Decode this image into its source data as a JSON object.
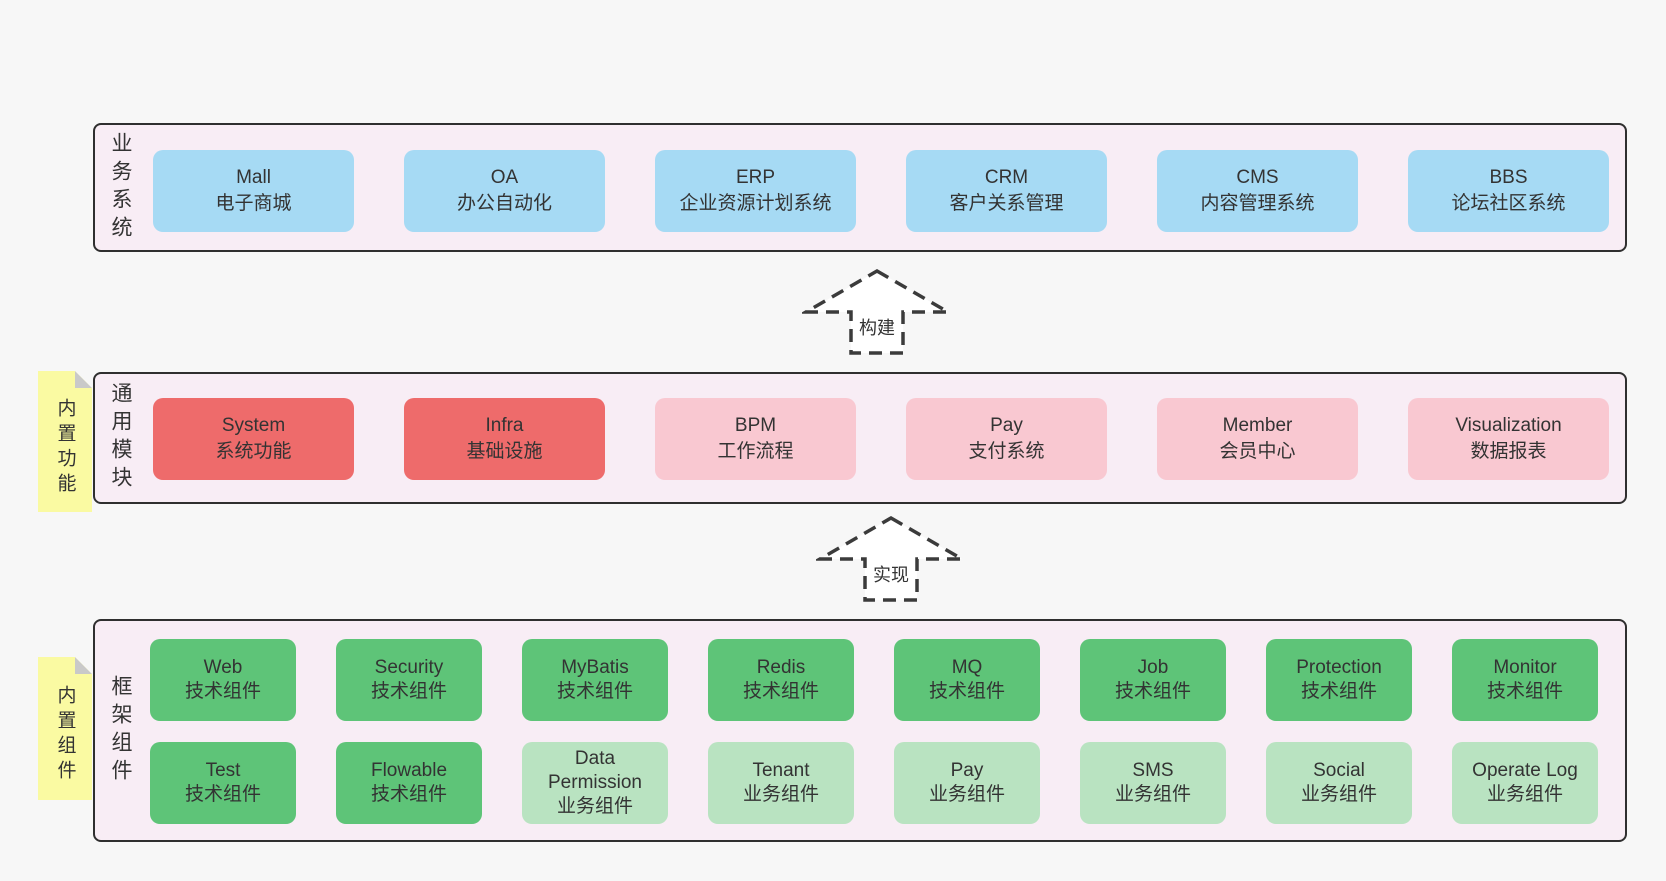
{
  "colors": {
    "page_bg": "#f7f7f7",
    "layer_bg": "#f8edf5",
    "layer_border": "#2f2f2f",
    "business_box": "#a6daf4",
    "core_module_box": "#ee6b6b",
    "optional_module_box": "#f9c8d1",
    "tech_component_box": "#5ec478",
    "biz_component_box": "#b9e3c1",
    "sticky_bg": "#fafaa2"
  },
  "business": {
    "title": "业务系统",
    "items": [
      {
        "name": "Mall",
        "desc": "电子商城",
        "variant": "blue"
      },
      {
        "name": "OA",
        "desc": "办公自动化",
        "variant": "blue"
      },
      {
        "name": "ERP",
        "desc": "企业资源计划系统",
        "variant": "blue"
      },
      {
        "name": "CRM",
        "desc": "客户关系管理",
        "variant": "blue"
      },
      {
        "name": "CMS",
        "desc": "内容管理系统",
        "variant": "blue"
      },
      {
        "name": "BBS",
        "desc": "论坛社区系统",
        "variant": "blue"
      }
    ]
  },
  "arrow_build": {
    "label": "构建"
  },
  "modules": {
    "title": "通用模块",
    "sticky": "内置功能",
    "items": [
      {
        "name": "System",
        "desc": "系统功能",
        "variant": "red"
      },
      {
        "name": "Infra",
        "desc": "基础设施",
        "variant": "red"
      },
      {
        "name": "BPM",
        "desc": "工作流程",
        "variant": "pink"
      },
      {
        "name": "Pay",
        "desc": "支付系统",
        "variant": "pink"
      },
      {
        "name": "Member",
        "desc": "会员中心",
        "variant": "pink"
      },
      {
        "name": "Visualization",
        "desc": "数据报表",
        "variant": "pink"
      }
    ]
  },
  "arrow_implement": {
    "label": "实现"
  },
  "framework": {
    "title": "框架组件",
    "sticky": "内置组件",
    "row1": [
      {
        "name": "Web",
        "desc": "技术组件",
        "variant": "green-dark"
      },
      {
        "name": "Security",
        "desc": "技术组件",
        "variant": "green-dark"
      },
      {
        "name": "MyBatis",
        "desc": "技术组件",
        "variant": "green-dark"
      },
      {
        "name": "Redis",
        "desc": "技术组件",
        "variant": "green-dark"
      },
      {
        "name": "MQ",
        "desc": "技术组件",
        "variant": "green-dark"
      },
      {
        "name": "Job",
        "desc": "技术组件",
        "variant": "green-dark"
      },
      {
        "name": "Protection",
        "desc": "技术组件",
        "variant": "green-dark"
      },
      {
        "name": "Monitor",
        "desc": "技术组件",
        "variant": "green-dark"
      }
    ],
    "row2": [
      {
        "name": "Test",
        "desc": "技术组件",
        "variant": "green-dark"
      },
      {
        "name": "Flowable",
        "desc": "技术组件",
        "variant": "green-dark"
      },
      {
        "name": "Data Permission",
        "desc": "业务组件",
        "variant": "green-light"
      },
      {
        "name": "Tenant",
        "desc": "业务组件",
        "variant": "green-light"
      },
      {
        "name": "Pay",
        "desc": "业务组件",
        "variant": "green-light"
      },
      {
        "name": "SMS",
        "desc": "业务组件",
        "variant": "green-light"
      },
      {
        "name": "Social",
        "desc": "业务组件",
        "variant": "green-light"
      },
      {
        "name": "Operate Log",
        "desc": "业务组件",
        "variant": "green-light"
      }
    ]
  }
}
